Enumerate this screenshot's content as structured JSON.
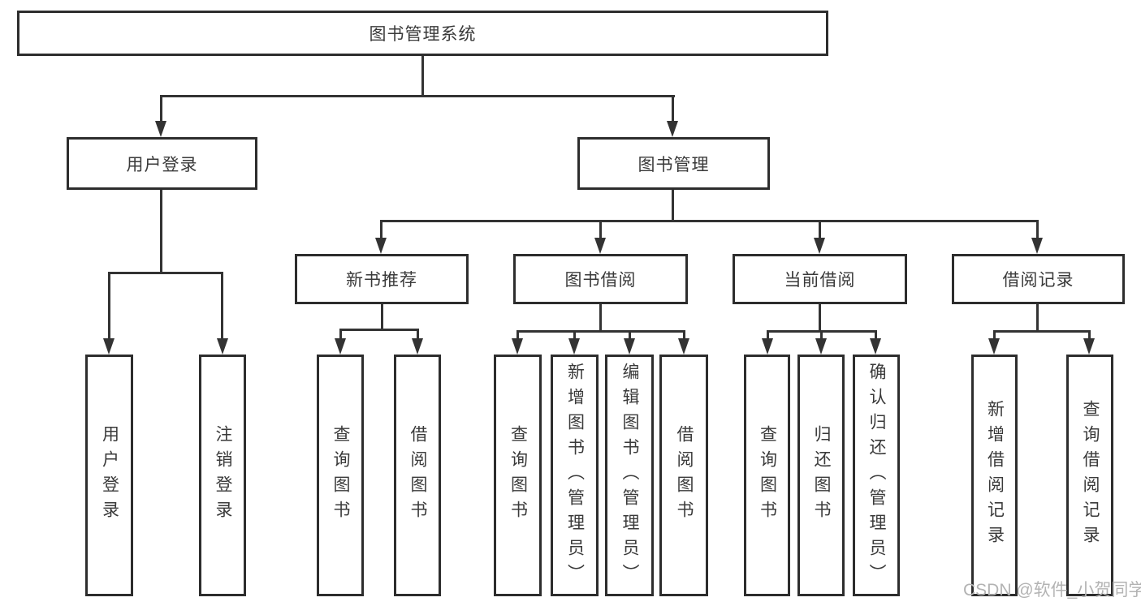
{
  "diagram": {
    "root": {
      "label": "图书管理系统"
    },
    "branches": [
      {
        "label": "用户登录",
        "leaves": [
          "用户登录",
          "注销登录"
        ]
      },
      {
        "label": "图书管理",
        "children": [
          {
            "label": "新书推荐",
            "leaves": [
              "查询图书",
              "借阅图书"
            ]
          },
          {
            "label": "图书借阅",
            "leaves": [
              "查询图书",
              "新增图书（管理员）",
              "编辑图书（管理员）",
              "借阅图书"
            ]
          },
          {
            "label": "当前借阅",
            "leaves": [
              "查询图书",
              "归还图书",
              "确认归还（管理员）"
            ]
          },
          {
            "label": "借阅记录",
            "leaves": [
              "新增借阅记录",
              "查询借阅记录"
            ]
          }
        ]
      }
    ],
    "watermark": "CSDN @软件_小贺同学",
    "colors": {
      "line": "#333333",
      "box_border": "#2d2d2d",
      "text": "#3a3a3a",
      "watermark_text": "#b3b3b3",
      "background": "#ffffff"
    }
  }
}
